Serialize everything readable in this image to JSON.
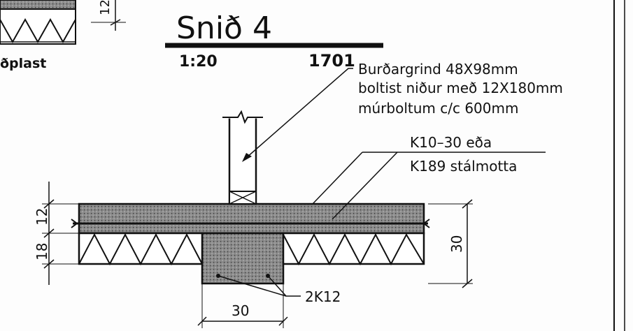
{
  "drawing": {
    "title": "Snið  4",
    "scale": "1:20",
    "drawing_number": "1701",
    "top_fragment_label": "ðplast",
    "top_fragment_dimension": "12",
    "callouts": {
      "frame": [
        "Burðargrind  48X98mm",
        "boltist  niður  með  12X180mm",
        "múrboltum  c/c  600mm"
      ],
      "mesh": [
        "K10–30  eða",
        "K189  stálmotta"
      ],
      "rebar": "2K12"
    },
    "dimensions": {
      "slab_thickness": "12",
      "insulation_thickness": "18",
      "total_thickness": "30",
      "beam_width": "30"
    }
  }
}
